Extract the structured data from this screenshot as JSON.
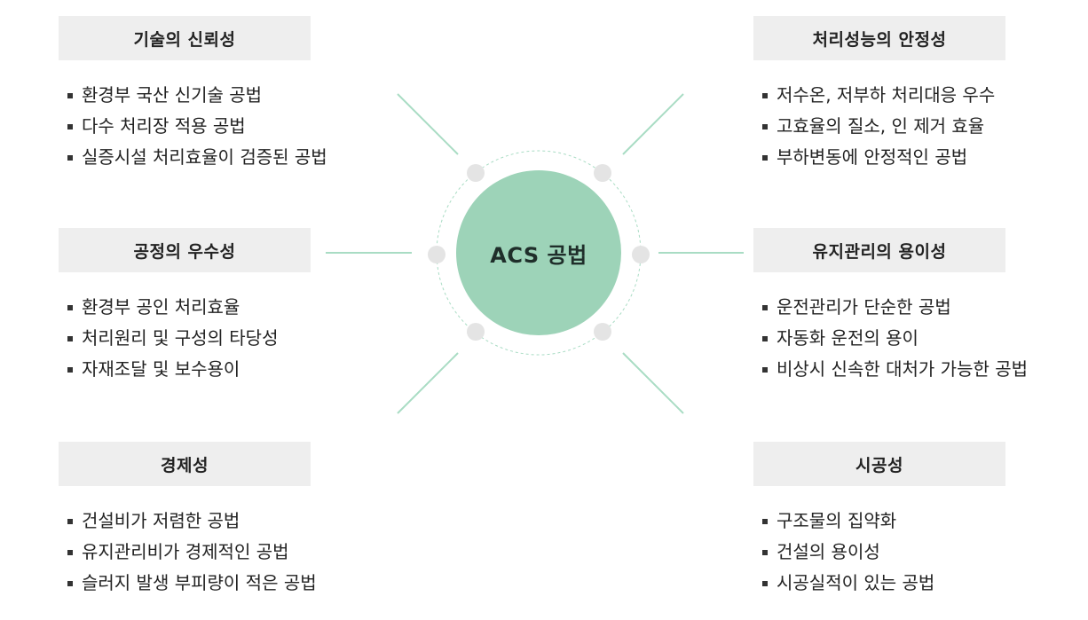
{
  "hub": {
    "label": "ACS 공법"
  },
  "panels": [
    {
      "id": "tl",
      "title": "기술의 신뢰성",
      "items": [
        "환경부 국산 신기술 공법",
        "다수 처리장 적용 공법",
        "실증시설 처리효율이 검증된 공법"
      ]
    },
    {
      "id": "tr",
      "title": "처리성능의 안정성",
      "items": [
        "저수온, 저부하 처리대응 우수",
        "고효율의 질소, 인 제거 효율",
        "부하변동에 안정적인 공법"
      ]
    },
    {
      "id": "ml",
      "title": "공정의 우수성",
      "items": [
        "환경부 공인 처리효율",
        "처리원리 및 구성의 타당성",
        "자재조달 및 보수용이"
      ]
    },
    {
      "id": "mr",
      "title": "유지관리의 용이성",
      "items": [
        "운전관리가 단순한 공법",
        "자동화 운전의 용이",
        "비상시 신속한 대처가 가능한 공법"
      ]
    },
    {
      "id": "bl",
      "title": "경제성",
      "items": [
        "건설비가 저렴한 공법",
        "유지관리비가 경제적인 공법",
        "슬러지 발생 부피량이 적은 공법"
      ]
    },
    {
      "id": "br",
      "title": "시공성",
      "items": [
        "구조물의 집약화",
        "건설의 용이성",
        "시공실적이 있는 공법"
      ]
    }
  ],
  "colors": {
    "hub_fill": "#9dd3b8",
    "connector": "#a9dcc4",
    "dot": "#e4e4e4",
    "title_bg": "#eeeeee"
  }
}
